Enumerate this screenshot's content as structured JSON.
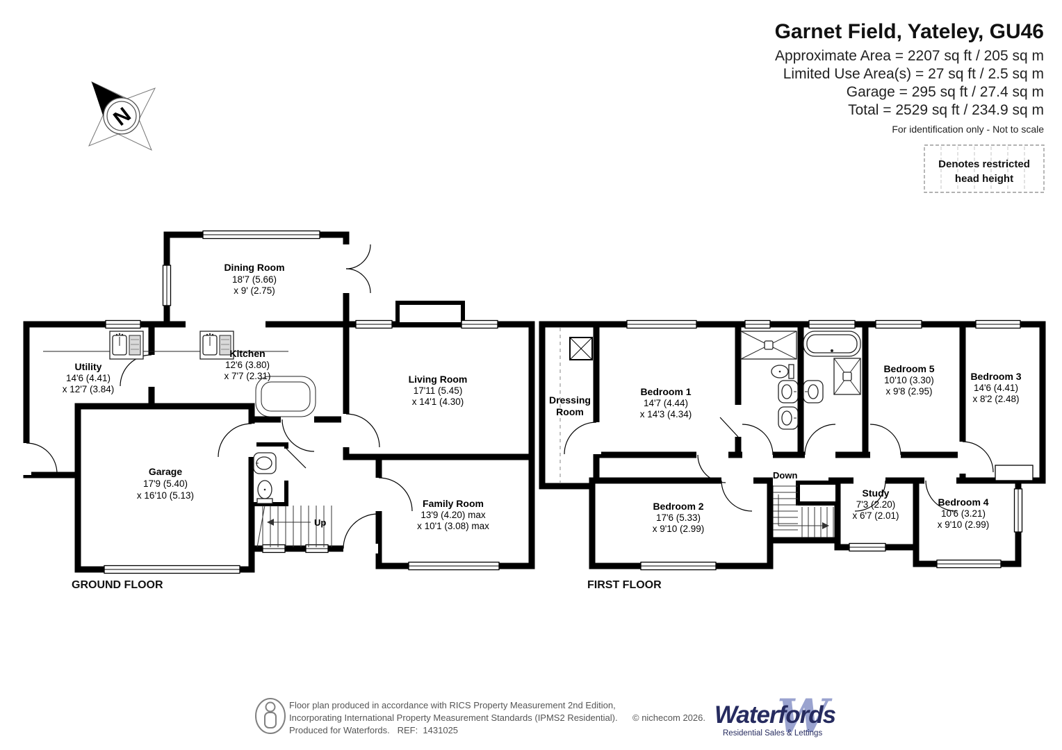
{
  "header": {
    "title": "Garnet Field, Yateley, GU46",
    "line1": "Approximate Area = 2207 sq ft / 205 sq m",
    "line2": "Limited Use Area(s) = 27 sq ft / 2.5 sq m",
    "line3": "Garage = 295 sq ft / 27.4 sq m",
    "line4": "Total = 2529 sq ft / 234.9 sq m",
    "disclaimer": "For identification only - Not to scale"
  },
  "compass": {
    "north_label": "N"
  },
  "legend": {
    "line1": "Denotes restricted",
    "line2": "head height"
  },
  "ground_floor": {
    "label": "GROUND FLOOR",
    "stairs_label": "Up",
    "rooms": {
      "dining_room": {
        "name": "Dining Room",
        "dim1": "18'7 (5.66)",
        "dim2": "x 9' (2.75)"
      },
      "kitchen": {
        "name": "Kitchen",
        "dim1": "12'6 (3.80)",
        "dim2": "x 7'7 (2.31)"
      },
      "utility": {
        "name": "Utility",
        "dim1": "14'6 (4.41)",
        "dim2": "x 12'7 (3.84)"
      },
      "garage": {
        "name": "Garage",
        "dim1": "17'9 (5.40)",
        "dim2": "x 16'10 (5.13)"
      },
      "living_room": {
        "name": "Living Room",
        "dim1": "17'11 (5.45)",
        "dim2": "x 14'1 (4.30)"
      },
      "family_room": {
        "name": "Family Room",
        "dim1": "13'9 (4.20) max",
        "dim2": "x 10'1 (3.08) max"
      }
    }
  },
  "first_floor": {
    "label": "FIRST FLOOR",
    "stairs_label": "Down",
    "rooms": {
      "dressing_room": {
        "name_line1": "Dressing",
        "name_line2": "Room"
      },
      "bedroom_1": {
        "name": "Bedroom 1",
        "dim1": "14'7 (4.44)",
        "dim2": "x 14'3 (4.34)"
      },
      "bedroom_5": {
        "name": "Bedroom 5",
        "dim1": "10'10 (3.30)",
        "dim2": "x 9'8 (2.95)"
      },
      "bedroom_3": {
        "name": "Bedroom 3",
        "dim1": "14'6 (4.41)",
        "dim2": "x 8'2 (2.48)"
      },
      "bedroom_2": {
        "name": "Bedroom 2",
        "dim1": "17'6 (5.33)",
        "dim2": "x 9'10 (2.99)"
      },
      "study": {
        "name": "Study",
        "dim1": "7'3 (2.20)",
        "dim2": "x 6'7 (2.01)"
      },
      "bedroom_4": {
        "name": "Bedroom 4",
        "dim1": "10'6 (3.21)",
        "dim2": "x 9'10 (2.99)"
      }
    }
  },
  "footer": {
    "line1": "Floor plan produced in accordance with RICS Property Measurement 2nd Edition,",
    "line2": "Incorporating International Property Measurement Standards (IPMS2 Residential).",
    "copyright": "© nichecom 2026.",
    "line3": "Produced for Waterfords.   REF:  1431025",
    "brand": {
      "monogram": "W",
      "name": "Waterfords",
      "tagline": "Residential Sales & Lettings"
    }
  },
  "colors": {
    "wall": "#000000",
    "brand_navy": "#262b5f",
    "brand_light": "#9aa3cf",
    "dashed_gray": "#9a9a9a"
  }
}
